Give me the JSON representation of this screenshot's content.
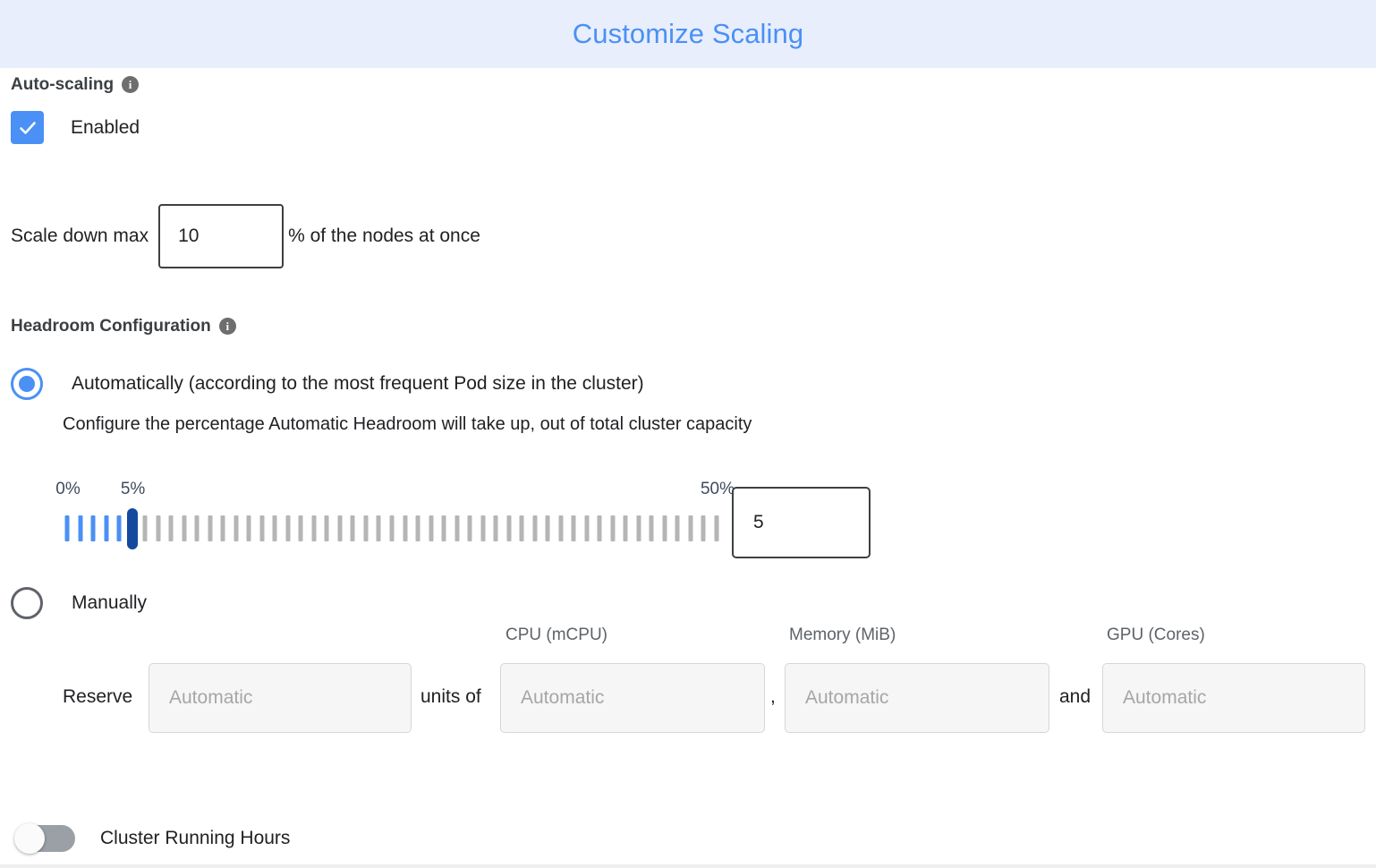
{
  "header": {
    "title": "Customize Scaling",
    "title_color": "#4a90f5",
    "background_color": "#e8eefc"
  },
  "autoscaling": {
    "section_label": "Auto-scaling",
    "info_glyph": "i",
    "enabled_label": "Enabled",
    "enabled_checked": true,
    "accent_color": "#4a90f5",
    "scale_down": {
      "prefix_label": "Scale down max",
      "value": "10",
      "suffix_label": "% of the nodes at once"
    }
  },
  "headroom": {
    "section_label": "Headroom Configuration",
    "info_glyph": "i",
    "option_auto": {
      "label": "Automatically (according to the most frequent Pod size in the cluster)",
      "selected": true,
      "description": "Configure the percentage Automatic Headroom will take up, out of total cluster capacity"
    },
    "slider": {
      "min_label": "0%",
      "current_label": "5%",
      "max_label": "50%",
      "min": 0,
      "max": 50,
      "value": 5,
      "tick_count": 51,
      "value_box": "5",
      "active_tick_color": "#4a90f5",
      "inactive_tick_color": "#b5b5b5",
      "thumb_color": "#134a9e",
      "label_color": "#3f4a5f"
    },
    "option_manual": {
      "label": "Manually",
      "selected": false,
      "reserve_label": "Reserve",
      "units_of_label": "units of",
      "comma_label": ",",
      "and_label": "and",
      "columns": [
        {
          "header": "",
          "placeholder": "Automatic",
          "value": ""
        },
        {
          "header": "CPU (mCPU)",
          "placeholder": "Automatic",
          "value": ""
        },
        {
          "header": "Memory (MiB)",
          "placeholder": "Automatic",
          "value": ""
        },
        {
          "header": "GPU (Cores)",
          "placeholder": "Automatic",
          "value": ""
        }
      ]
    }
  },
  "cluster_running_hours": {
    "label": "Cluster Running Hours",
    "enabled": false,
    "track_color": "#9aa0a6"
  }
}
